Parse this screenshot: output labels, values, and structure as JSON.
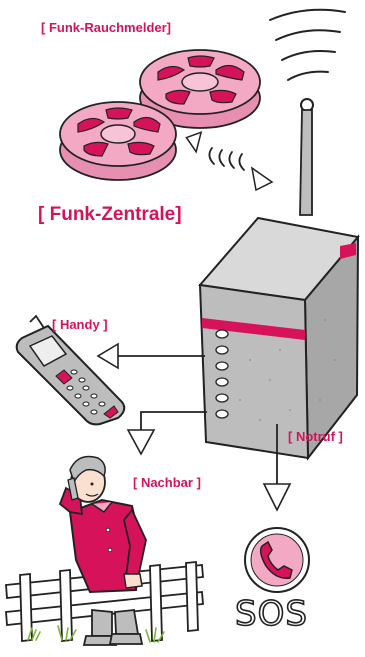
{
  "labels": {
    "smoke_detector": "[ Funk-Rauchmelder]",
    "central_unit": "[ Funk-Zentrale]",
    "mobile": "[ Handy ]",
    "emergency_call": "[ Notruf ]",
    "neighbor": "[ Nachbar ]",
    "sos": "SOS"
  },
  "colors": {
    "accent": "#d6135a",
    "device_body": "#bdbdbd",
    "detector": "#f3a9c4",
    "outline": "#1a1a1a"
  }
}
